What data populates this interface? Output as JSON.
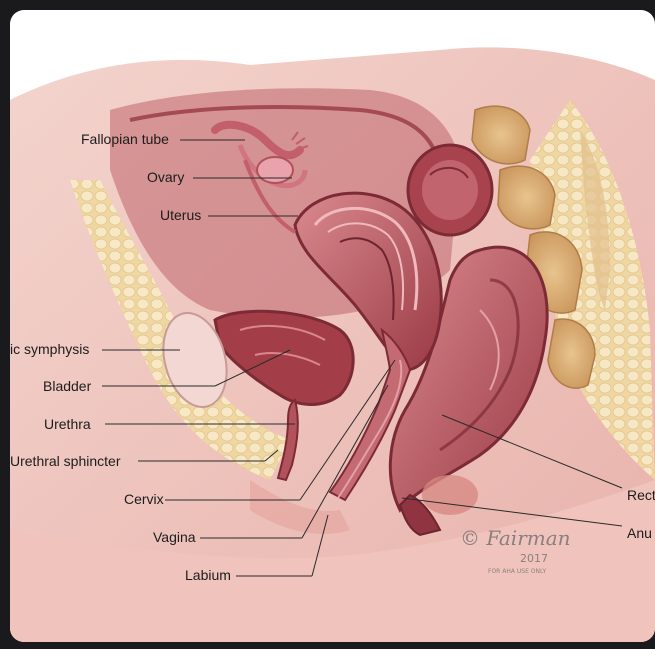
{
  "labels": {
    "fallopian_tube": "Fallopian tube",
    "ovary": "Ovary",
    "uterus": "Uterus",
    "pubic_symphysis": "ic symphysis",
    "bladder": "Bladder",
    "urethra": "Urethra",
    "urethral_sphincter": "Urethral sphincter",
    "cervix": "Cervix",
    "vagina": "Vagina",
    "labium": "Labium",
    "rectum": "Rect",
    "anus": "Anu"
  },
  "signature": {
    "artist": "© Fairman",
    "year": "2017",
    "note": "FOR AHA USE ONLY"
  },
  "colors": {
    "background": "#1a1a1c",
    "tissue_pink": "#e9b7b0",
    "organ_red": "#a5424c",
    "fat_yellow": "#f1dca9",
    "bone_tan": "#d9b17a",
    "leader_line": "#2a2a2a"
  }
}
